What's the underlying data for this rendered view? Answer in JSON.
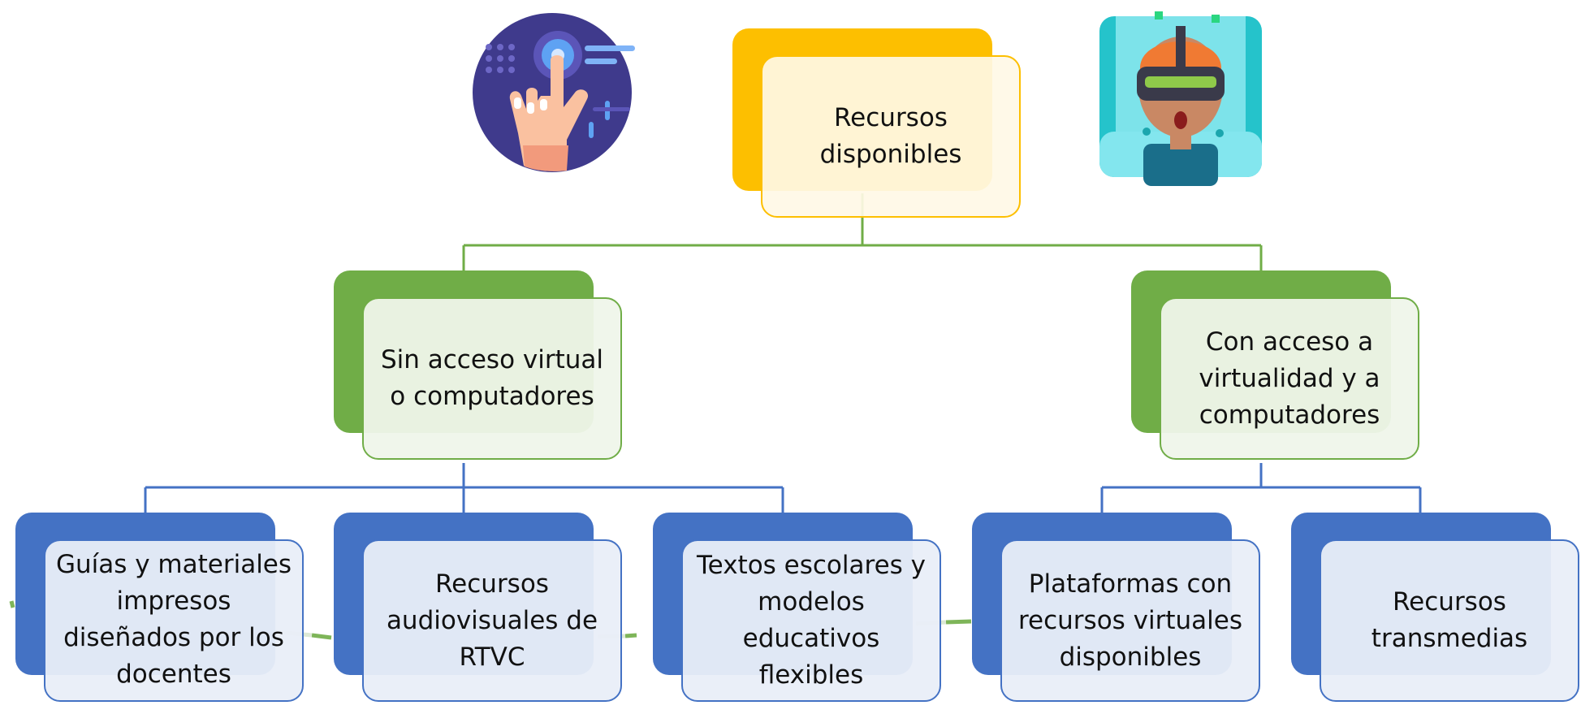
{
  "diagram": {
    "root": {
      "label": "Recursos disponibles"
    },
    "branches": [
      {
        "label": "Sin acceso virtual o computadores",
        "children": [
          {
            "label": "Guías y materiales impresos diseñados por los docentes"
          },
          {
            "label": "Recursos audiovisuales de RTVC"
          },
          {
            "label": "Textos escolares y modelos educativos flexibles"
          }
        ]
      },
      {
        "label": "Con acceso a virtualidad y a computadores",
        "children": [
          {
            "label": "Plataformas con recursos virtuales disponibles"
          },
          {
            "label": "Recursos transmedias"
          }
        ]
      }
    ]
  },
  "icons": {
    "left": "touch-hand-icon",
    "right": "vr-headset-person-icon"
  },
  "colors": {
    "root": "#FDBF00",
    "level1": "#70AD47",
    "level2": "#4472C4"
  }
}
